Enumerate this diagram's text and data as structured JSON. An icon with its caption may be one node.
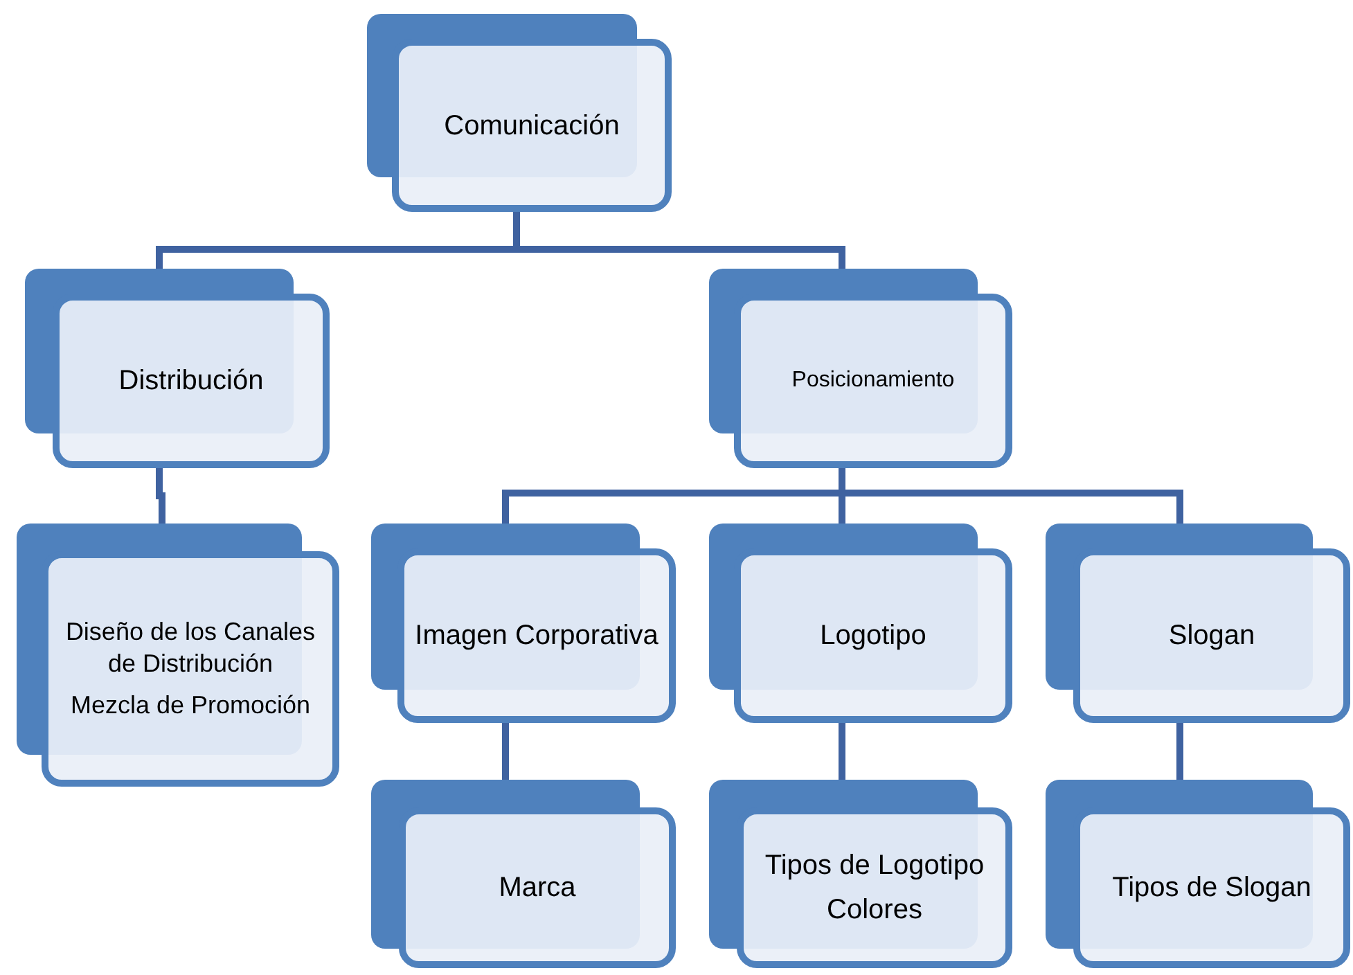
{
  "diagram": {
    "nodes": [
      {
        "text": [
          "Comunicación"
        ]
      },
      {
        "text": [
          "Distribución"
        ]
      },
      {
        "text": [
          "Posicionamiento"
        ]
      },
      {
        "text": [
          "Diseño de los Canales de Distribución",
          "Mezcla de Promoción"
        ]
      },
      {
        "text": [
          "Imagen Corporativa"
        ]
      },
      {
        "text": [
          "Logotipo"
        ]
      },
      {
        "text": [
          "Slogan"
        ]
      },
      {
        "text": [
          "Marca"
        ]
      },
      {
        "text": [
          "Tipos de Logotipo",
          "Colores"
        ]
      },
      {
        "text": [
          "Tipos de Slogan"
        ]
      }
    ],
    "edges": [
      {
        "from": 0,
        "to": 1,
        "arrow": "none"
      },
      {
        "from": 0,
        "to": 2,
        "arrow": "none"
      },
      {
        "from": 1,
        "to": 3,
        "arrow": "none"
      },
      {
        "from": 2,
        "to": 4,
        "arrow": "none"
      },
      {
        "from": 2,
        "to": 5,
        "arrow": "none"
      },
      {
        "from": 2,
        "to": 6,
        "arrow": "none"
      },
      {
        "from": 4,
        "to": 7,
        "arrow": "none"
      },
      {
        "from": 5,
        "to": 8,
        "arrow": "none"
      },
      {
        "from": 6,
        "to": 9,
        "arrow": "none"
      }
    ]
  }
}
